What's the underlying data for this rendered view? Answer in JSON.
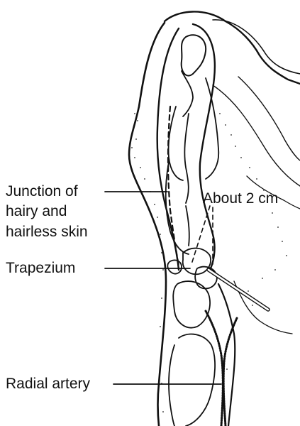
{
  "labels": {
    "junction_line1": "Junction of",
    "junction_line2": "hairy and",
    "junction_line3": "hairless skin",
    "about": "About 2 cm",
    "trapezium": "Trapezium",
    "radial_artery": "Radial artery"
  },
  "colors": {
    "ink": "#111111",
    "background": "#ffffff"
  }
}
